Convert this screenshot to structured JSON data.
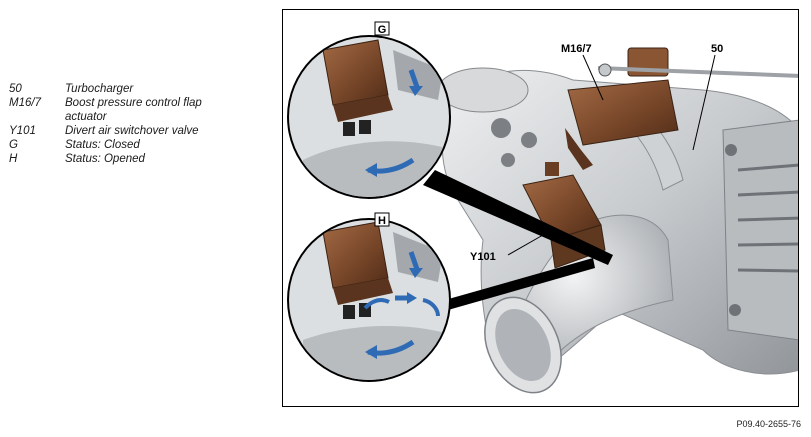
{
  "legend": [
    {
      "code": "50",
      "desc": "Turbocharger"
    },
    {
      "code": "M16/7",
      "desc": "Boost pressure control flap actuator"
    },
    {
      "code": "Y101",
      "desc": "Divert air switchover valve"
    },
    {
      "code": "G",
      "desc": "Status: Closed"
    },
    {
      "code": "H",
      "desc": "Status: Opened"
    }
  ],
  "figure": {
    "callouts": {
      "m16_7": "M16/7",
      "y101": "Y101",
      "turbo": "50"
    },
    "detail_g_tag": "G",
    "detail_h_tag": "H",
    "reference": "P09.40-2655-76"
  },
  "colors": {
    "metal": "#c9cccf",
    "actuator_brown": "#7a4a2c",
    "flow_arrow": "#2f6bb5"
  }
}
